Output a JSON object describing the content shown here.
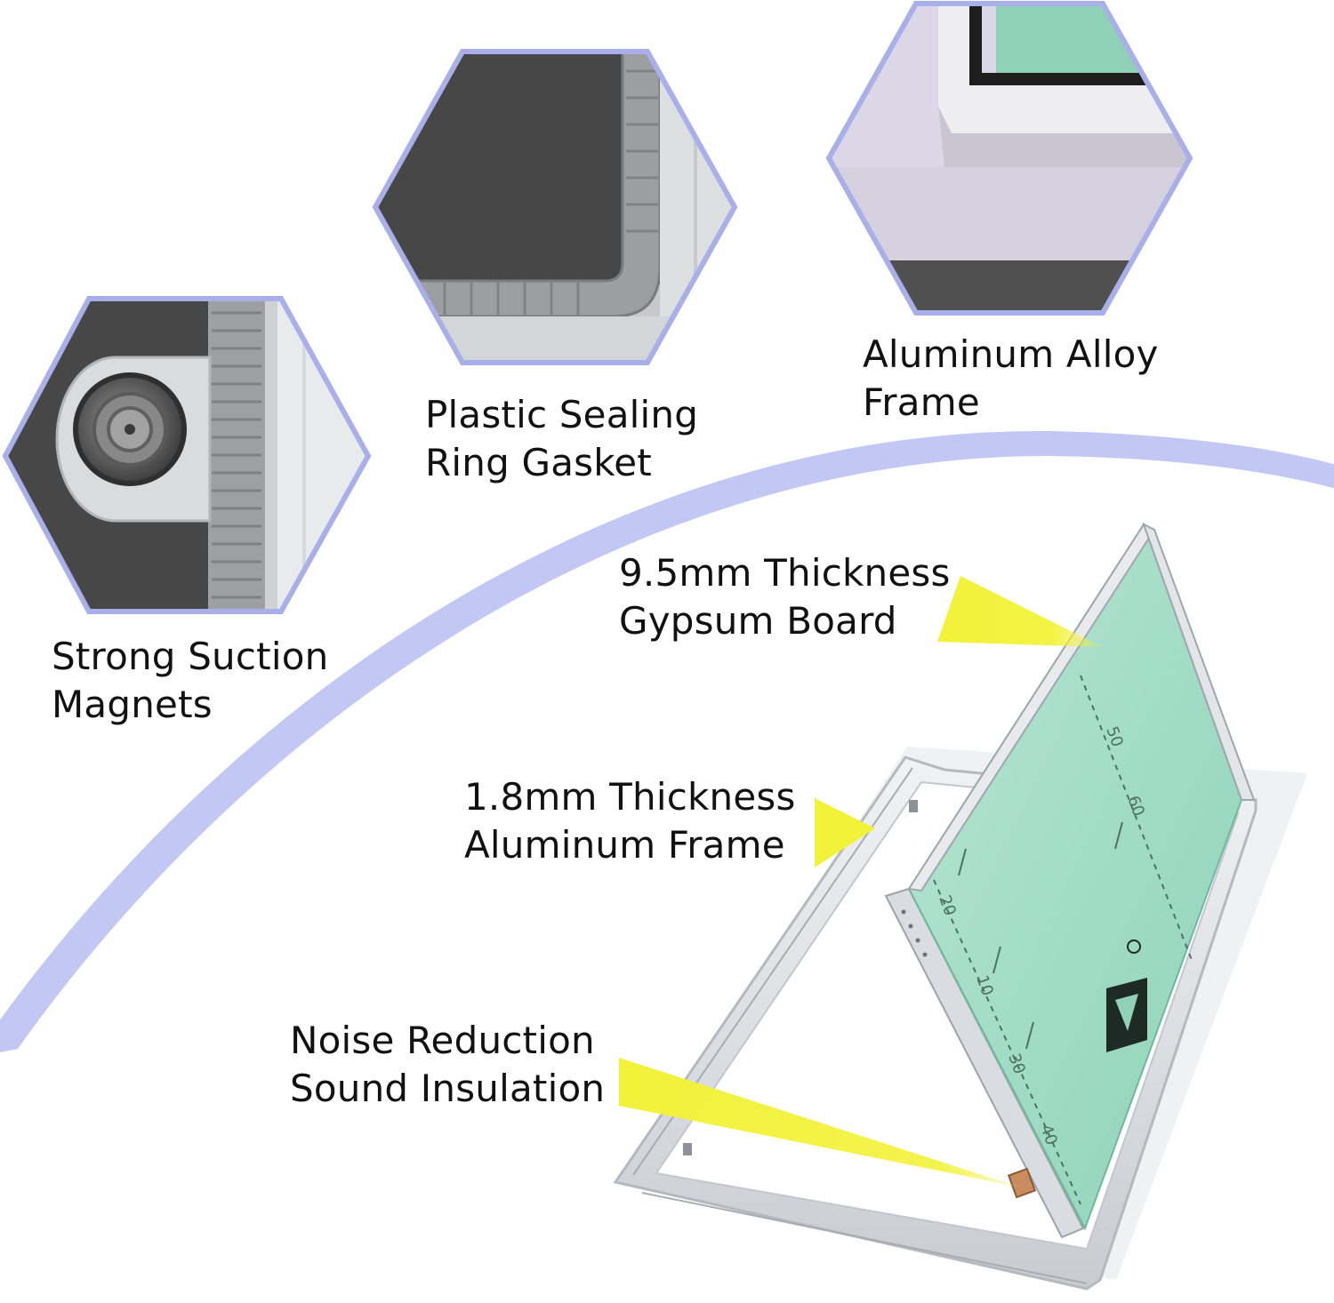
{
  "features": {
    "magnets": {
      "line1": "Strong Suction",
      "line2": "Magnets"
    },
    "gasket": {
      "line1": "Plastic Sealing",
      "line2": "Ring Gasket"
    },
    "frame": {
      "line1": "Aluminum Alloy",
      "line2": "Frame"
    }
  },
  "callouts": {
    "gypsum": {
      "line1": "9.5mm Thickness",
      "line2": "Gypsum Board"
    },
    "aluminum": {
      "line1": "1.8mm Thickness",
      "line2": "Aluminum Frame"
    },
    "noise": {
      "line1": "Noise Reduction",
      "line2": "Sound Insulation"
    }
  },
  "board_markings": [
    "20",
    "10",
    "30",
    "40",
    "50",
    "60"
  ],
  "colors": {
    "hex_border": "#a9afe8",
    "arc": "#c3c7f3",
    "beam": "#f2f23a",
    "board": "#9fd9c4",
    "frame_metal": "#dcdfe3",
    "dark_panel": "#4a4a4a"
  }
}
